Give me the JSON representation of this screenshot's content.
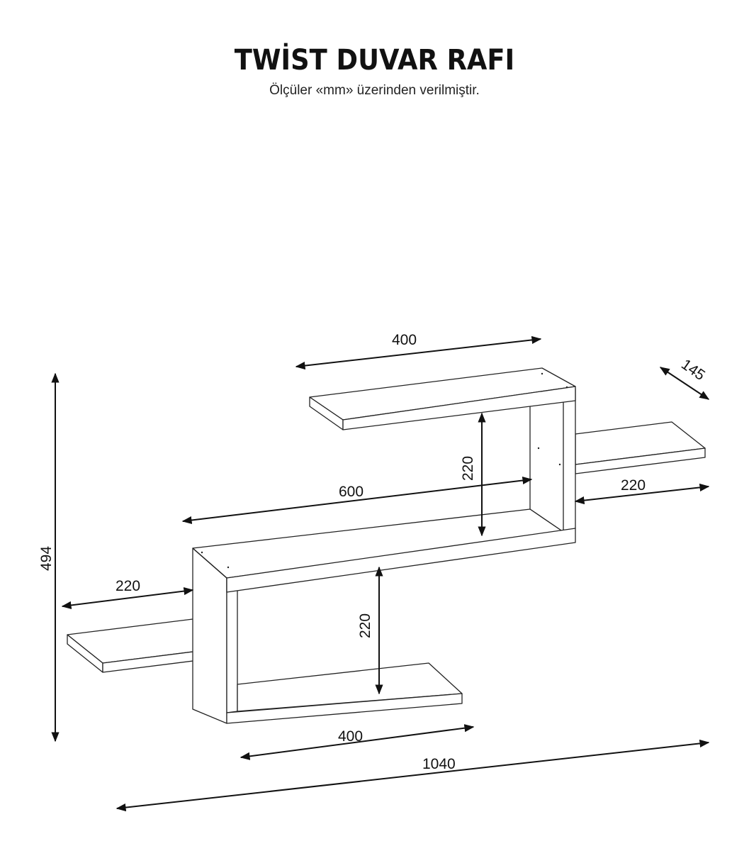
{
  "title": "TWİST DUVAR RAFI",
  "subtitle": "Ölçüler «mm» üzerinden verilmiştir.",
  "dimensions": {
    "top_shelf_width": "400",
    "depth": "145",
    "total_height": "494",
    "upper_gap_height": "220",
    "middle_shelf_width": "600",
    "right_shelf_width": "220",
    "left_shelf_width": "220",
    "lower_gap_height": "220",
    "bottom_shelf_width": "400",
    "total_width": "1040"
  }
}
